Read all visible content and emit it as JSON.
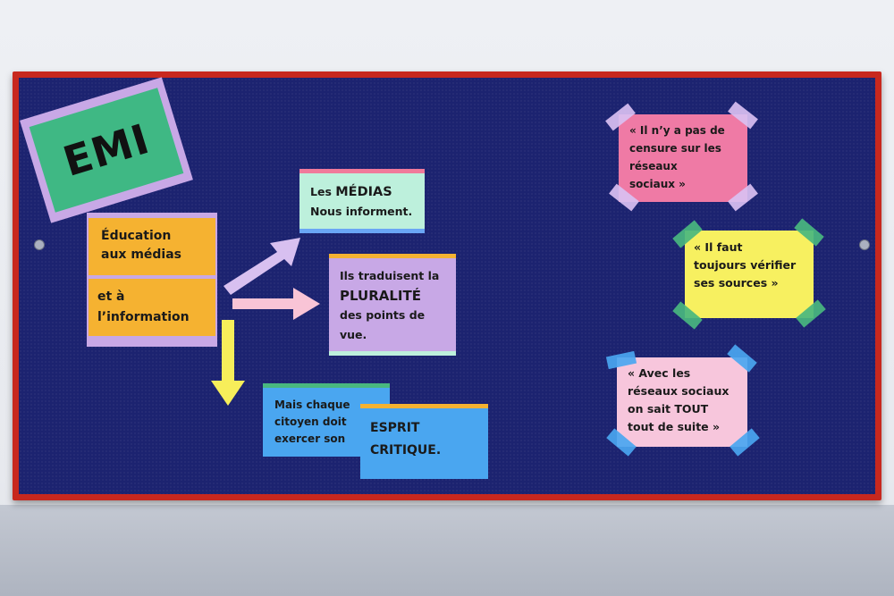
{
  "emi": {
    "title": "EMI"
  },
  "education": {
    "line1": "Éducation",
    "line2": "aux médias",
    "line3": "et à",
    "line4": "l’information"
  },
  "medias": {
    "line1_prefix": "Les ",
    "line1_strong": "MÉDIAS",
    "line2": "Nous informent."
  },
  "pluralite": {
    "line1": "Ils traduisent la",
    "line2": "PLURALITÉ",
    "line3": "des points de",
    "line4": "vue."
  },
  "chaque": {
    "line1": "Mais chaque",
    "line2": "citoyen doit",
    "line3": "exercer son"
  },
  "esprit": {
    "line1": "ESPRIT",
    "line2": "CRITIQUE."
  },
  "quote1": {
    "line1": "« Il n’y a pas de",
    "line2": "censure sur les",
    "line3": "réseaux",
    "line4": "sociaux »"
  },
  "quote2": {
    "line1": "« Il faut",
    "line2": "toujours vérifier",
    "line3": "ses sources »"
  },
  "quote3": {
    "line1": "« Avec les",
    "line2": "réseaux sociaux",
    "line3": "on sait TOUT",
    "line4": "tout de suite »"
  },
  "colors": {
    "board": "#1c2370",
    "frame": "#c8281e",
    "orange": "#f5b231",
    "lavender": "#c8a8e6",
    "mint": "#bdf0dc",
    "blue": "#4aa6f0",
    "pink": "#ef7aa5",
    "yellow": "#f7f060",
    "lightpink": "#f7c6dc",
    "green": "#49b77f"
  }
}
